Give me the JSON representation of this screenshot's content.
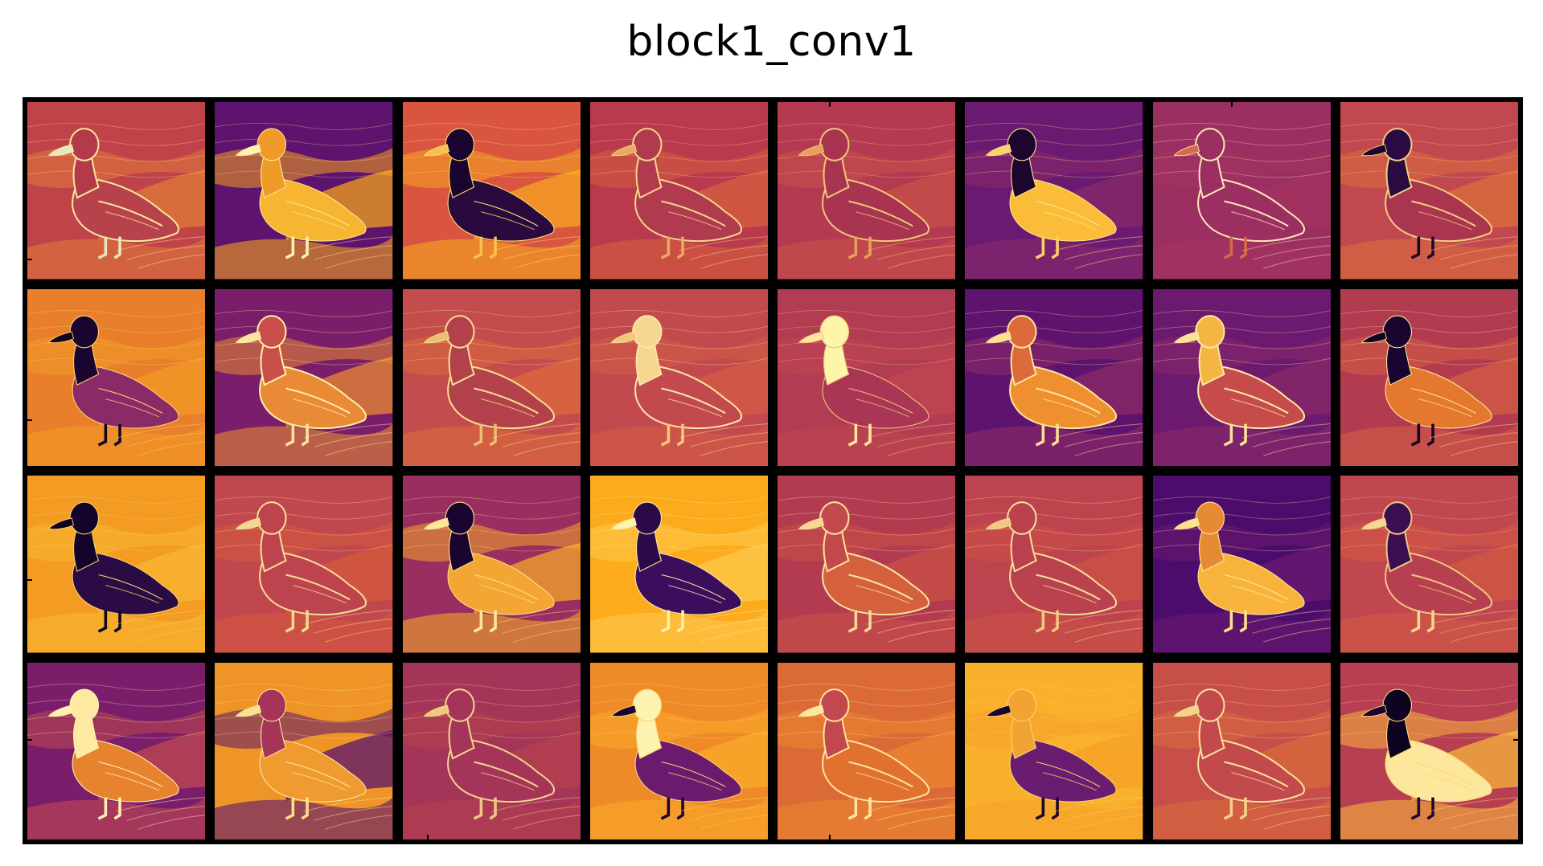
{
  "title": "block1_conv1",
  "grid": {
    "rows": 4,
    "cols": 8
  },
  "colors": {
    "colormap": "inferno",
    "palette": [
      "#000004",
      "#420a68",
      "#932667",
      "#dd513a",
      "#fca50a",
      "#fcffa4"
    ]
  },
  "feature_maps": [
    {
      "bg": "#c0434a",
      "water": "#e07a3a",
      "body": "#b8424c",
      "head": "#b33a4a",
      "bill": "#e8e8c0",
      "edge": "#f7e9a0",
      "mode": "edge"
    },
    {
      "bg": "#5e136e",
      "water": "#f3a11b",
      "body": "#f6b632",
      "head": "#ef9b2a",
      "bill": "#fff3b0",
      "edge": "#fde58c",
      "mode": "fill"
    },
    {
      "bg": "#d9553f",
      "water": "#f5a522",
      "body": "#2a0a3e",
      "head": "#1a0530",
      "bill": "#f8c050",
      "edge": "#fbe070",
      "mode": "fill"
    },
    {
      "bg": "#b9394d",
      "water": "#d66040",
      "body": "#b03a4e",
      "head": "#b03a4e",
      "bill": "#eaa860",
      "edge": "#f4d88a",
      "mode": "edge"
    },
    {
      "bg": "#b33a50",
      "water": "#c8504a",
      "body": "#a83452",
      "head": "#a83452",
      "bill": "#e6a05a",
      "edge": "#f1c878",
      "mode": "edge"
    },
    {
      "bg": "#6a1a70",
      "water": "#8a2a6a",
      "body": "#fbbc3a",
      "head": "#1c0630",
      "bill": "#f9d26a",
      "edge": "#fde48c",
      "mode": "fill"
    },
    {
      "bg": "#9c2f62",
      "water": "#a3335f",
      "body": "#9c2f62",
      "head": "#9c2f62",
      "bill": "#d86a4a",
      "edge": "#fbe8b8",
      "mode": "edge"
    },
    {
      "bg": "#c24850",
      "water": "#db6e3c",
      "body": "#a9364e",
      "head": "#2a0a40",
      "bill": "#1a0530",
      "edge": "#f3cf80",
      "mode": "edge"
    },
    {
      "bg": "#e97f2c",
      "water": "#f19a26",
      "body": "#8a2a66",
      "head": "#1a0530",
      "bill": "#120420",
      "edge": "#ffd070",
      "mode": "fill"
    },
    {
      "bg": "#7a1e6c",
      "water": "#e88a30",
      "body": "#e98a36",
      "head": "#c9504a",
      "bill": "#fbe6a0",
      "edge": "#fff1a8",
      "mode": "edge"
    },
    {
      "bg": "#c44c4c",
      "water": "#dc6a3e",
      "body": "#b3414c",
      "head": "#b3414c",
      "bill": "#eac070",
      "edge": "#f6e090",
      "mode": "edge"
    },
    {
      "bg": "#c24a4e",
      "water": "#d45c46",
      "body": "#c24a4e",
      "head": "#f6d690",
      "bill": "#f3c878",
      "edge": "#fae6a8",
      "mode": "edge"
    },
    {
      "bg": "#b23c52",
      "water": "#c04650",
      "body": "#a93654",
      "head": "#fdf5a8",
      "bill": "#fde7a0",
      "edge": "#f0c280",
      "mode": "fill"
    },
    {
      "bg": "#5e146e",
      "water": "#8e2a66",
      "body": "#ee9030",
      "head": "#dc6a3a",
      "bill": "#fbe090",
      "edge": "#fde5a0",
      "mode": "edge"
    },
    {
      "bg": "#6c1a70",
      "water": "#8a2868",
      "body": "#c54c4a",
      "head": "#f5b542",
      "bill": "#fbe394",
      "edge": "#fde9a6",
      "mode": "edge"
    },
    {
      "bg": "#b33b50",
      "water": "#d35e44",
      "body": "#e4782e",
      "head": "#1a0530",
      "bill": "#120420",
      "edge": "#fde39a",
      "mode": "fill"
    },
    {
      "bg": "#f39b22",
      "water": "#f8b632",
      "body": "#2b0b44",
      "head": "#13042a",
      "bill": "#0c0220",
      "edge": "#f7d070",
      "mode": "fill"
    },
    {
      "bg": "#c1474e",
      "water": "#d4593e",
      "body": "#bd444e",
      "head": "#bd444e",
      "bill": "#f2d890",
      "edge": "#f6e09a",
      "mode": "edge"
    },
    {
      "bg": "#9a2e60",
      "water": "#f4a62a",
      "body": "#f3a633",
      "head": "#1a0530",
      "bill": "#fde89a",
      "edge": "#fbe08a",
      "mode": "fill"
    },
    {
      "bg": "#fcab1c",
      "water": "#fdc84c",
      "body": "#3a0e5c",
      "head": "#2c0a48",
      "bill": "#fdf2b0",
      "edge": "#fde8a0",
      "mode": "fill"
    },
    {
      "bg": "#b23b50",
      "water": "#cb5246",
      "body": "#d4603e",
      "head": "#c24a4c",
      "bill": "#f6d890",
      "edge": "#fde39e",
      "mode": "edge"
    },
    {
      "bg": "#bd444e",
      "water": "#cc5146",
      "body": "#b9424e",
      "head": "#b9424e",
      "bill": "#f0c880",
      "edge": "#f7e09a",
      "mode": "edge"
    },
    {
      "bg": "#4c0c6c",
      "water": "#6a1a70",
      "body": "#f8b43a",
      "head": "#e68a34",
      "bill": "#fde28c",
      "edge": "#fde89c",
      "mode": "fill"
    },
    {
      "bg": "#c04650",
      "water": "#d15a42",
      "body": "#b74050",
      "head": "#3a0e50",
      "bill": "#f6d890",
      "edge": "#f2c880",
      "mode": "edge"
    },
    {
      "bg": "#7a1e6c",
      "water": "#c04850",
      "body": "#e7822f",
      "head": "#fde9a0",
      "bill": "#fdf0ae",
      "edge": "#fdefb0",
      "mode": "fill"
    },
    {
      "bg": "#ef9426",
      "water": "#5a146e",
      "body": "#ef9b30",
      "head": "#a53458",
      "bill": "#fbe090",
      "edge": "#fde5a0",
      "mode": "fill"
    },
    {
      "bg": "#a43558",
      "water": "#b4404e",
      "body": "#a43558",
      "head": "#a43558",
      "bill": "#f0c880",
      "edge": "#f3d58c",
      "mode": "edge"
    },
    {
      "bg": "#ef8a28",
      "water": "#f9a92a",
      "body": "#6c1a6e",
      "head": "#fdf3b0",
      "bill": "#1a0530",
      "edge": "#fbd070",
      "mode": "fill"
    },
    {
      "bg": "#dc6a36",
      "water": "#eb8530",
      "body": "#e0712f",
      "head": "#c2474e",
      "bill": "#fde79e",
      "edge": "#fde39e",
      "mode": "edge"
    },
    {
      "bg": "#f9b02a",
      "water": "#f5a12a",
      "body": "#6a1c70",
      "head": "#f2a432",
      "bill": "#1a0530",
      "edge": "#fbd070",
      "mode": "fill"
    },
    {
      "bg": "#c84e4a",
      "water": "#d96a3c",
      "body": "#c34a4c",
      "head": "#c34a4c",
      "bill": "#f3d28a",
      "edge": "#f7e39c",
      "mode": "edge"
    },
    {
      "bg": "#b83e52",
      "water": "#f7b43c",
      "body": "#fde79c",
      "head": "#0e0320",
      "bill": "#1a0530",
      "edge": "#fbd878",
      "mode": "fill"
    }
  ]
}
